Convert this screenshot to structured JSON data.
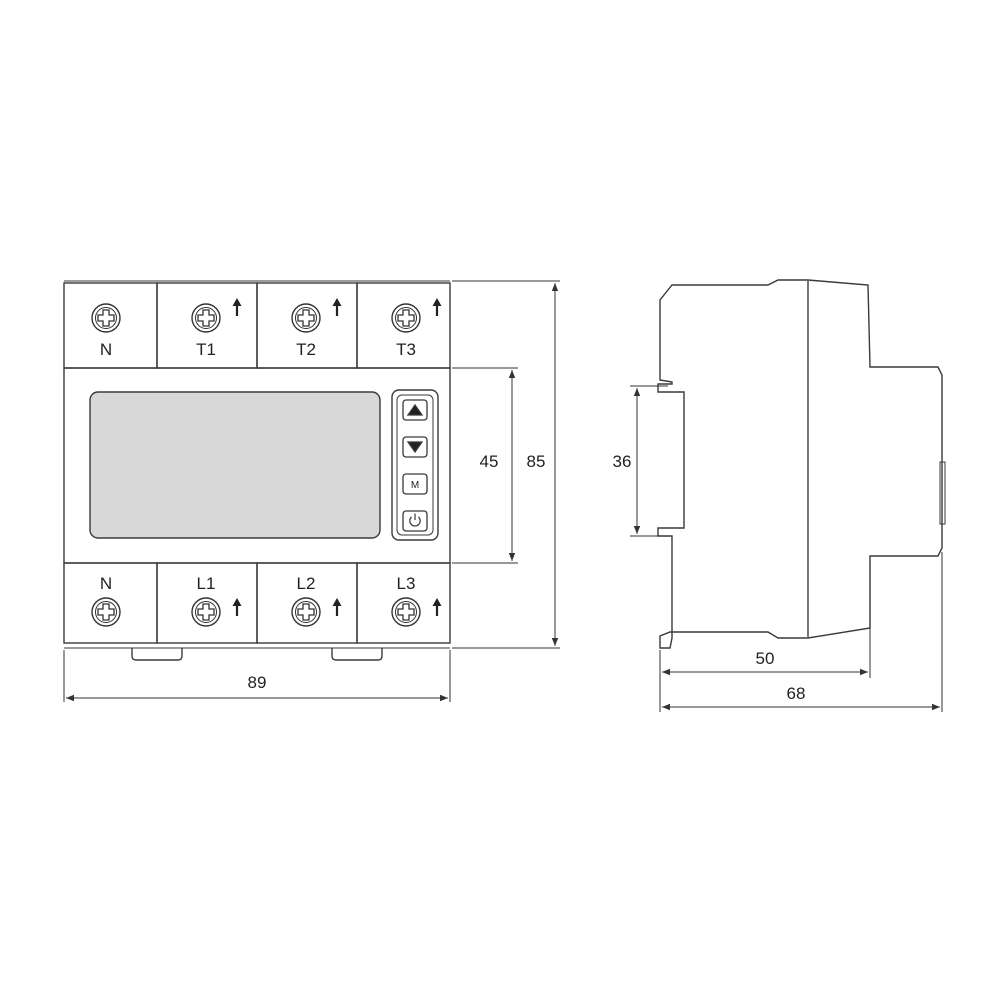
{
  "front_view": {
    "top_terminals": [
      {
        "label": "N",
        "arrow": false
      },
      {
        "label": "T1",
        "arrow": true
      },
      {
        "label": "T2",
        "arrow": true
      },
      {
        "label": "T3",
        "arrow": true
      }
    ],
    "bottom_terminals": [
      {
        "label": "N",
        "arrow": false
      },
      {
        "label": "L1",
        "arrow": true
      },
      {
        "label": "L2",
        "arrow": true
      },
      {
        "label": "L3",
        "arrow": true
      }
    ],
    "buttons": [
      {
        "name": "up",
        "icon": "triangle-up-icon"
      },
      {
        "name": "down",
        "icon": "triangle-down-icon"
      },
      {
        "name": "mode",
        "icon": "m-icon",
        "text": "M"
      },
      {
        "name": "power",
        "icon": "power-icon"
      }
    ],
    "dimensions": {
      "width": "89",
      "height_total": "85",
      "height_front": "45"
    }
  },
  "side_view": {
    "dimensions": {
      "rail": "36",
      "depth_short": "50",
      "depth_total": "68"
    }
  },
  "colors": {
    "line": "#3a3a3a",
    "display": "#d8d8d8"
  }
}
